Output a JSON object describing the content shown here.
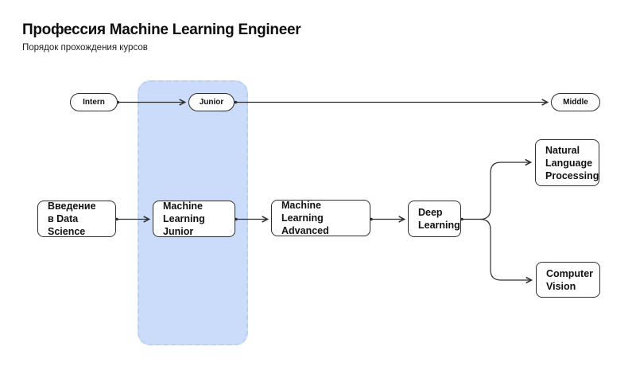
{
  "header": {
    "title": "Профессия Machine Learning Engineer",
    "subtitle": "Порядок прохождения курсов"
  },
  "timeline": {
    "levels": [
      {
        "label": "Intern"
      },
      {
        "label": "Junior"
      },
      {
        "label": "Middle"
      }
    ]
  },
  "courses": [
    {
      "name": "intro-data-science",
      "line1": "Введение",
      "line2": "в Data Science"
    },
    {
      "name": "ml-junior",
      "line1": "Machine",
      "line2": "Learning Junior"
    },
    {
      "name": "ml-advanced",
      "line1": "Machine",
      "line2": "Learning Advanced"
    },
    {
      "name": "deep-learning",
      "line1": "Deep",
      "line2": "Learning"
    },
    {
      "name": "nlp",
      "line1": "Natural",
      "line2": "Language",
      "line3": "Processing"
    },
    {
      "name": "computer-vision",
      "line1": "Computer",
      "line2": "Vision"
    }
  ],
  "colors": {
    "background": "#ffffff",
    "highlight_fill": "#cbdcfa",
    "highlight_border": "#b8cff7",
    "connector_line": "#2e2e2e",
    "node_border": "#2e2e2e",
    "text": "#111111"
  }
}
